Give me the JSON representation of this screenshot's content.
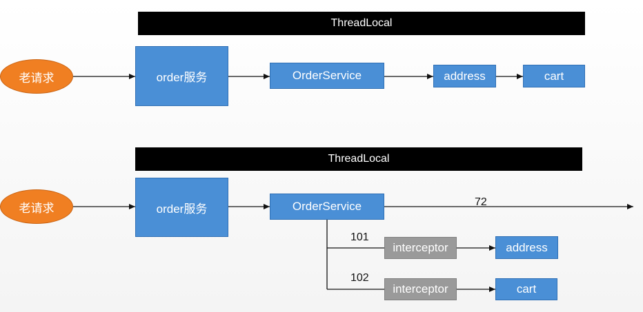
{
  "top": {
    "threadlocal": "ThreadLocal",
    "request": "老请求",
    "order_service_box": "order服务",
    "order_service": "OrderService",
    "address": "address",
    "cart": "cart"
  },
  "bottom": {
    "threadlocal": "ThreadLocal",
    "request": "老请求",
    "order_service_box": "order服务",
    "order_service": "OrderService",
    "thread_label_main": "72",
    "branch1_label": "101",
    "branch2_label": "102",
    "interceptor1": "interceptor",
    "interceptor2": "interceptor",
    "address": "address",
    "cart": "cart"
  },
  "colors": {
    "box_blue": "#4a8fd6",
    "request_orange": "#f07f22",
    "interceptor_gray": "#9a9a9a",
    "bar_black": "#000000"
  }
}
